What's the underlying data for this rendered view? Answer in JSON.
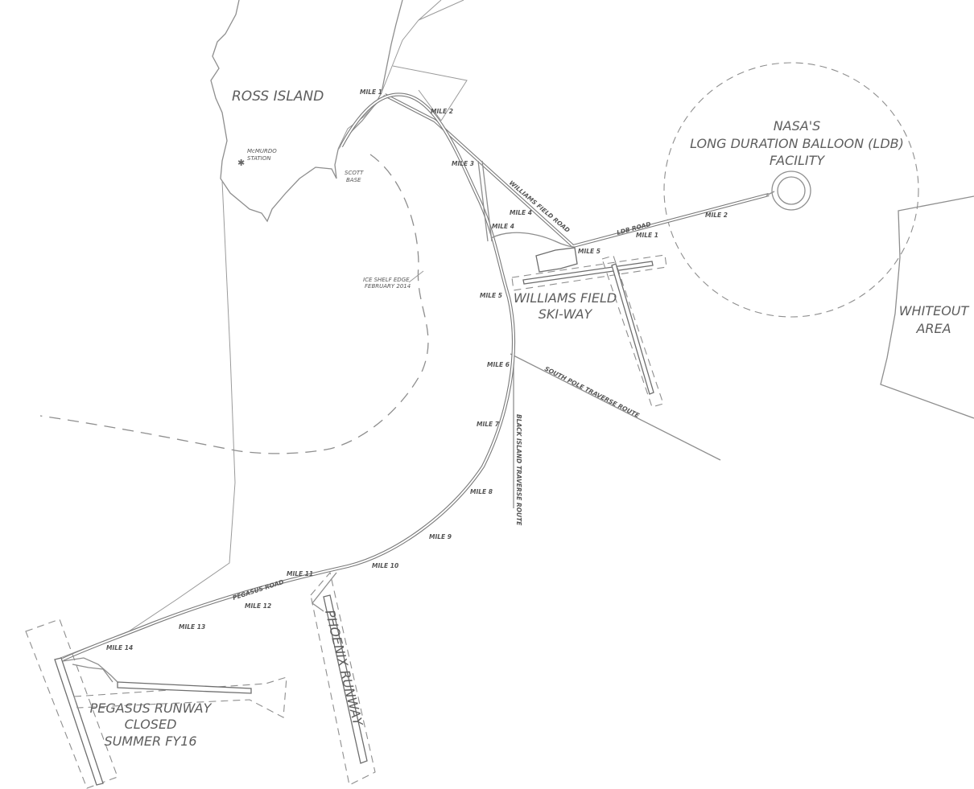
{
  "labels": {
    "ross_island": "ROSS ISLAND",
    "mcmurdo_1": "McMURDO",
    "mcmurdo_2": "STATION",
    "scott_1": "SCOTT",
    "scott_2": "BASE",
    "ice_shelf_1": "ICE SHELF EDGE",
    "ice_shelf_2": "FEBRUARY 2014",
    "nasa_1": "NASA'S",
    "nasa_2": "LONG DURATION BALLOON (LDB)",
    "nasa_3": "FACILITY",
    "williams_1": "WILLIAMS FIELD",
    "williams_2": "SKI-WAY",
    "whiteout_1": "WHITEOUT",
    "whiteout_2": "AREA",
    "pegasus_1": "PEGASUS RUNWAY",
    "pegasus_2": "CLOSED",
    "pegasus_3": "SUMMER FY16",
    "phoenix": "PHOENIX RUNWAY",
    "williams_road": "WILLIAMS FIELD ROAD",
    "ldb_road": "LDB ROAD",
    "south_pole_route": "SOUTH POLE TRAVERSE ROUTE",
    "black_island_route": "BLACK ISLAND TRAVERSE ROUTE",
    "pegasus_road": "PEGASUS ROAD"
  },
  "mile_markers": {
    "m1": "MILE 1",
    "m2": "MILE 2",
    "m3": "MILE 3",
    "m4a": "MILE 4",
    "m4b": "MILE 4",
    "m5a": "MILE 5",
    "m5b": "MILE 5",
    "m6": "MILE 6",
    "m7": "MILE 7",
    "m8": "MILE 8",
    "m9": "MILE 9",
    "m10": "MILE 10",
    "m11": "MILE 11",
    "m12": "MILE 12",
    "m13": "MILE 13",
    "m14": "MILE 14",
    "ldb1": "MILE 1",
    "ldb2": "MILE 2"
  },
  "icons": {
    "station": "star-icon"
  },
  "colors": {
    "line": "#8e8e8e",
    "text": "#5e5e5e",
    "background": "#ffffff"
  }
}
